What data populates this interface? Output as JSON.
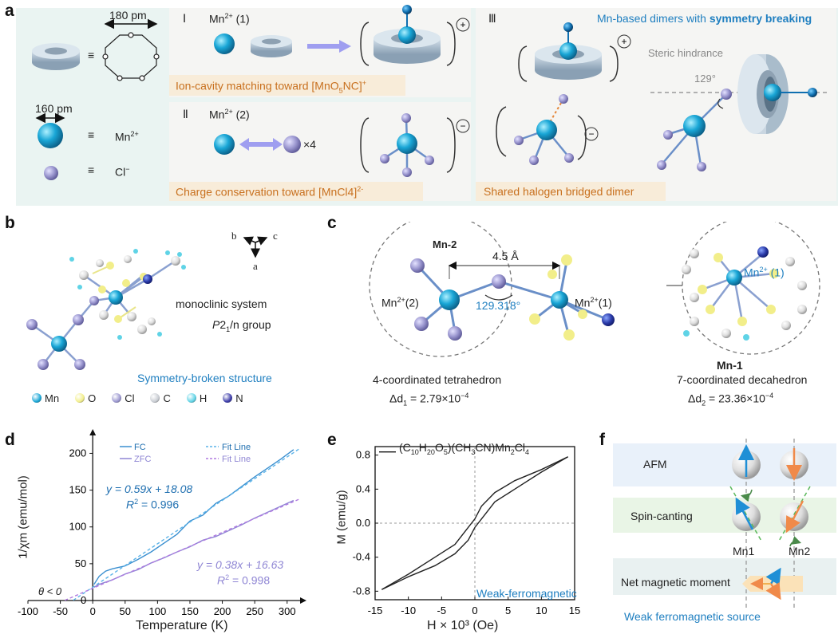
{
  "panels": {
    "a": "a",
    "b": "b",
    "c": "c",
    "d": "d",
    "e": "e",
    "f": "f"
  },
  "panel_a": {
    "legend": {
      "crown_width": "180 pm",
      "mn_width": "160 pm",
      "equiv": "≡",
      "mn_label": "Mn",
      "mn_charge": "2+",
      "cl_label": "Cl",
      "cl_charge": "−"
    },
    "section1": {
      "roman": "Ⅰ",
      "title_base": "Mn",
      "title_charge": "2+",
      "title_index": " (1)",
      "charge_sign": "+",
      "caption_pre": "Ion-cavity matching toward [MnO",
      "caption_sub1": "5",
      "caption_mid": "NC]",
      "caption_sup": "+"
    },
    "section2": {
      "roman": "Ⅱ",
      "title_base": "Mn",
      "title_charge": "2+",
      "title_index": " (2)",
      "multiplier": "×4",
      "charge_sign": "−",
      "caption_pre": "Charge conservation toward [MnCl4]",
      "caption_sup": "2-"
    },
    "section3": {
      "roman": "Ⅲ",
      "title_pre": "Mn-based dimers with ",
      "title_bold": "symmetry breaking",
      "steric": "Steric hindrance",
      "angle": "129°",
      "plus": "+",
      "minus": "−",
      "caption": "Shared halogen bridged dimer"
    }
  },
  "panel_b": {
    "axis_b": "b",
    "axis_c": "c",
    "axis_a": "a",
    "system": "monoclinic system",
    "group_italic": "P",
    "group_sub": "2",
    "group_sub2": "1",
    "group_rest": "/n group",
    "caption": "Symmetry-broken structure",
    "legend": [
      {
        "label": "Mn",
        "color": "#19a6d6"
      },
      {
        "label": "O",
        "color": "#f2ee8a"
      },
      {
        "label": "Cl",
        "color": "#9a96cf"
      },
      {
        "label": "C",
        "color": "#c8ccd2"
      },
      {
        "label": "H",
        "color": "#5fd3e6"
      },
      {
        "label": "N",
        "color": "#3a3aa8"
      }
    ]
  },
  "panel_c": {
    "mn2_title": "Mn-2",
    "mn1_title": "Mn-1",
    "distance": "4.5 Å",
    "angle": "129.318°",
    "mn2_label": "Mn",
    "mn2_sup": "2+",
    "mn2_idx": "(2)",
    "mn1_label": "Mn",
    "mn1_sup": "2+",
    "mn1_idx": "(1)",
    "mn1_inner": "Mn",
    "mn1_inner_sup": "2+",
    "mn1_inner_idx": " (1)",
    "tetra": "4-coordinated tetrahedron",
    "deca": "7-coordinated decahedron",
    "d1_pre": "Δd",
    "d1_sub": "1",
    "d1_val": " = 2.79×10",
    "d1_exp": "−4",
    "d2_pre": "Δd",
    "d2_sub": "2",
    "d2_val": " = 23.36×10",
    "d2_exp": "−4"
  },
  "chart_data": [
    {
      "type": "line",
      "panel": "d",
      "xlabel": "Temperature (K)",
      "ylabel": "1/χm (emu/mol)",
      "xlim": [
        -100,
        320
      ],
      "ylim": [
        0,
        220
      ],
      "xticks": [
        "-100",
        "-50",
        "0",
        "50",
        "100",
        "150",
        "200",
        "250",
        "300"
      ],
      "yticks": [
        "0",
        "50",
        "100",
        "150",
        "200"
      ],
      "theta_note": "θ < 0",
      "series": [
        {
          "name": "FC",
          "color": "#3a8fd0",
          "x": [
            2,
            10,
            20,
            30,
            40,
            50,
            70,
            90,
            110,
            130,
            150,
            170,
            190,
            210,
            230,
            250,
            270,
            290,
            310
          ],
          "y": [
            22,
            33,
            40,
            43,
            45,
            47,
            56,
            66,
            78,
            90,
            108,
            116,
            132,
            142,
            155,
            168,
            180,
            192,
            205
          ]
        },
        {
          "name": "ZFC",
          "color": "#8f86d4",
          "x": [
            2,
            10,
            20,
            30,
            40,
            50,
            70,
            90,
            110,
            130,
            150,
            170,
            190,
            210,
            230,
            250,
            270,
            290,
            310
          ],
          "y": [
            18,
            22,
            25,
            28,
            32,
            36,
            42,
            51,
            58,
            66,
            73,
            82,
            87,
            95,
            103,
            112,
            120,
            128,
            136
          ]
        },
        {
          "name": "Fit Line",
          "color": "#5bb3e8",
          "dashed": true,
          "x": [
            -30,
            320
          ],
          "y": [
            0.38,
            206.9
          ]
        },
        {
          "name": "Fit Line",
          "color": "#b07ae0",
          "dashed": true,
          "x": [
            -43,
            320
          ],
          "y": [
            0.29,
            138.2
          ]
        }
      ],
      "annotations": [
        {
          "text_eq": "y = 0.59x + 18.08",
          "text_r": "R",
          "r_sup": "2",
          "r_val": " = 0.996",
          "color": "#1f6fb0"
        },
        {
          "text_eq": "y = 0.38x + 16.63",
          "text_r": "R",
          "r_sup": "2",
          "r_val": " = 0.998",
          "color": "#8f86d4"
        }
      ]
    },
    {
      "type": "line",
      "panel": "e",
      "xlabel": "H × 10³ (Oe)",
      "ylabel": "M (emu/g)",
      "xlim": [
        -15,
        15
      ],
      "ylim": [
        -0.9,
        0.9
      ],
      "xticks": [
        "-15",
        "-10",
        "-5",
        "0",
        "5",
        "10",
        "15"
      ],
      "yticks": [
        "-0.8",
        "-0.4",
        "0.0",
        "0.4",
        "0.8"
      ],
      "legend": "(C10H20O5)(CH3CN)Mn2Cl4",
      "legend_parts": [
        "(C",
        "10",
        "H",
        "20",
        "O",
        "5",
        ")(CH",
        "3",
        "CN)Mn",
        "2",
        "Cl",
        "4"
      ],
      "note": "Weak-ferromagnetic",
      "series": [
        {
          "name": "branch-up",
          "x": [
            -14,
            -10,
            -6,
            -3,
            -1,
            0,
            1,
            3,
            6,
            10,
            14
          ],
          "y": [
            -0.78,
            -0.6,
            -0.4,
            -0.25,
            -0.05,
            0.05,
            0.2,
            0.36,
            0.5,
            0.63,
            0.78
          ]
        },
        {
          "name": "branch-down",
          "x": [
            14,
            10,
            6,
            3,
            1,
            0,
            -1,
            -3,
            -6,
            -10,
            -14
          ],
          "y": [
            0.78,
            0.6,
            0.4,
            0.25,
            0.05,
            -0.05,
            -0.2,
            -0.36,
            -0.5,
            -0.63,
            -0.78
          ]
        }
      ]
    }
  ],
  "panel_f": {
    "afm": "AFM",
    "canting": "Spin-canting",
    "mn1": "Mn1",
    "mn2": "Mn2",
    "net": "Net magnetic moment",
    "source": "Weak ferromagnetic source"
  }
}
